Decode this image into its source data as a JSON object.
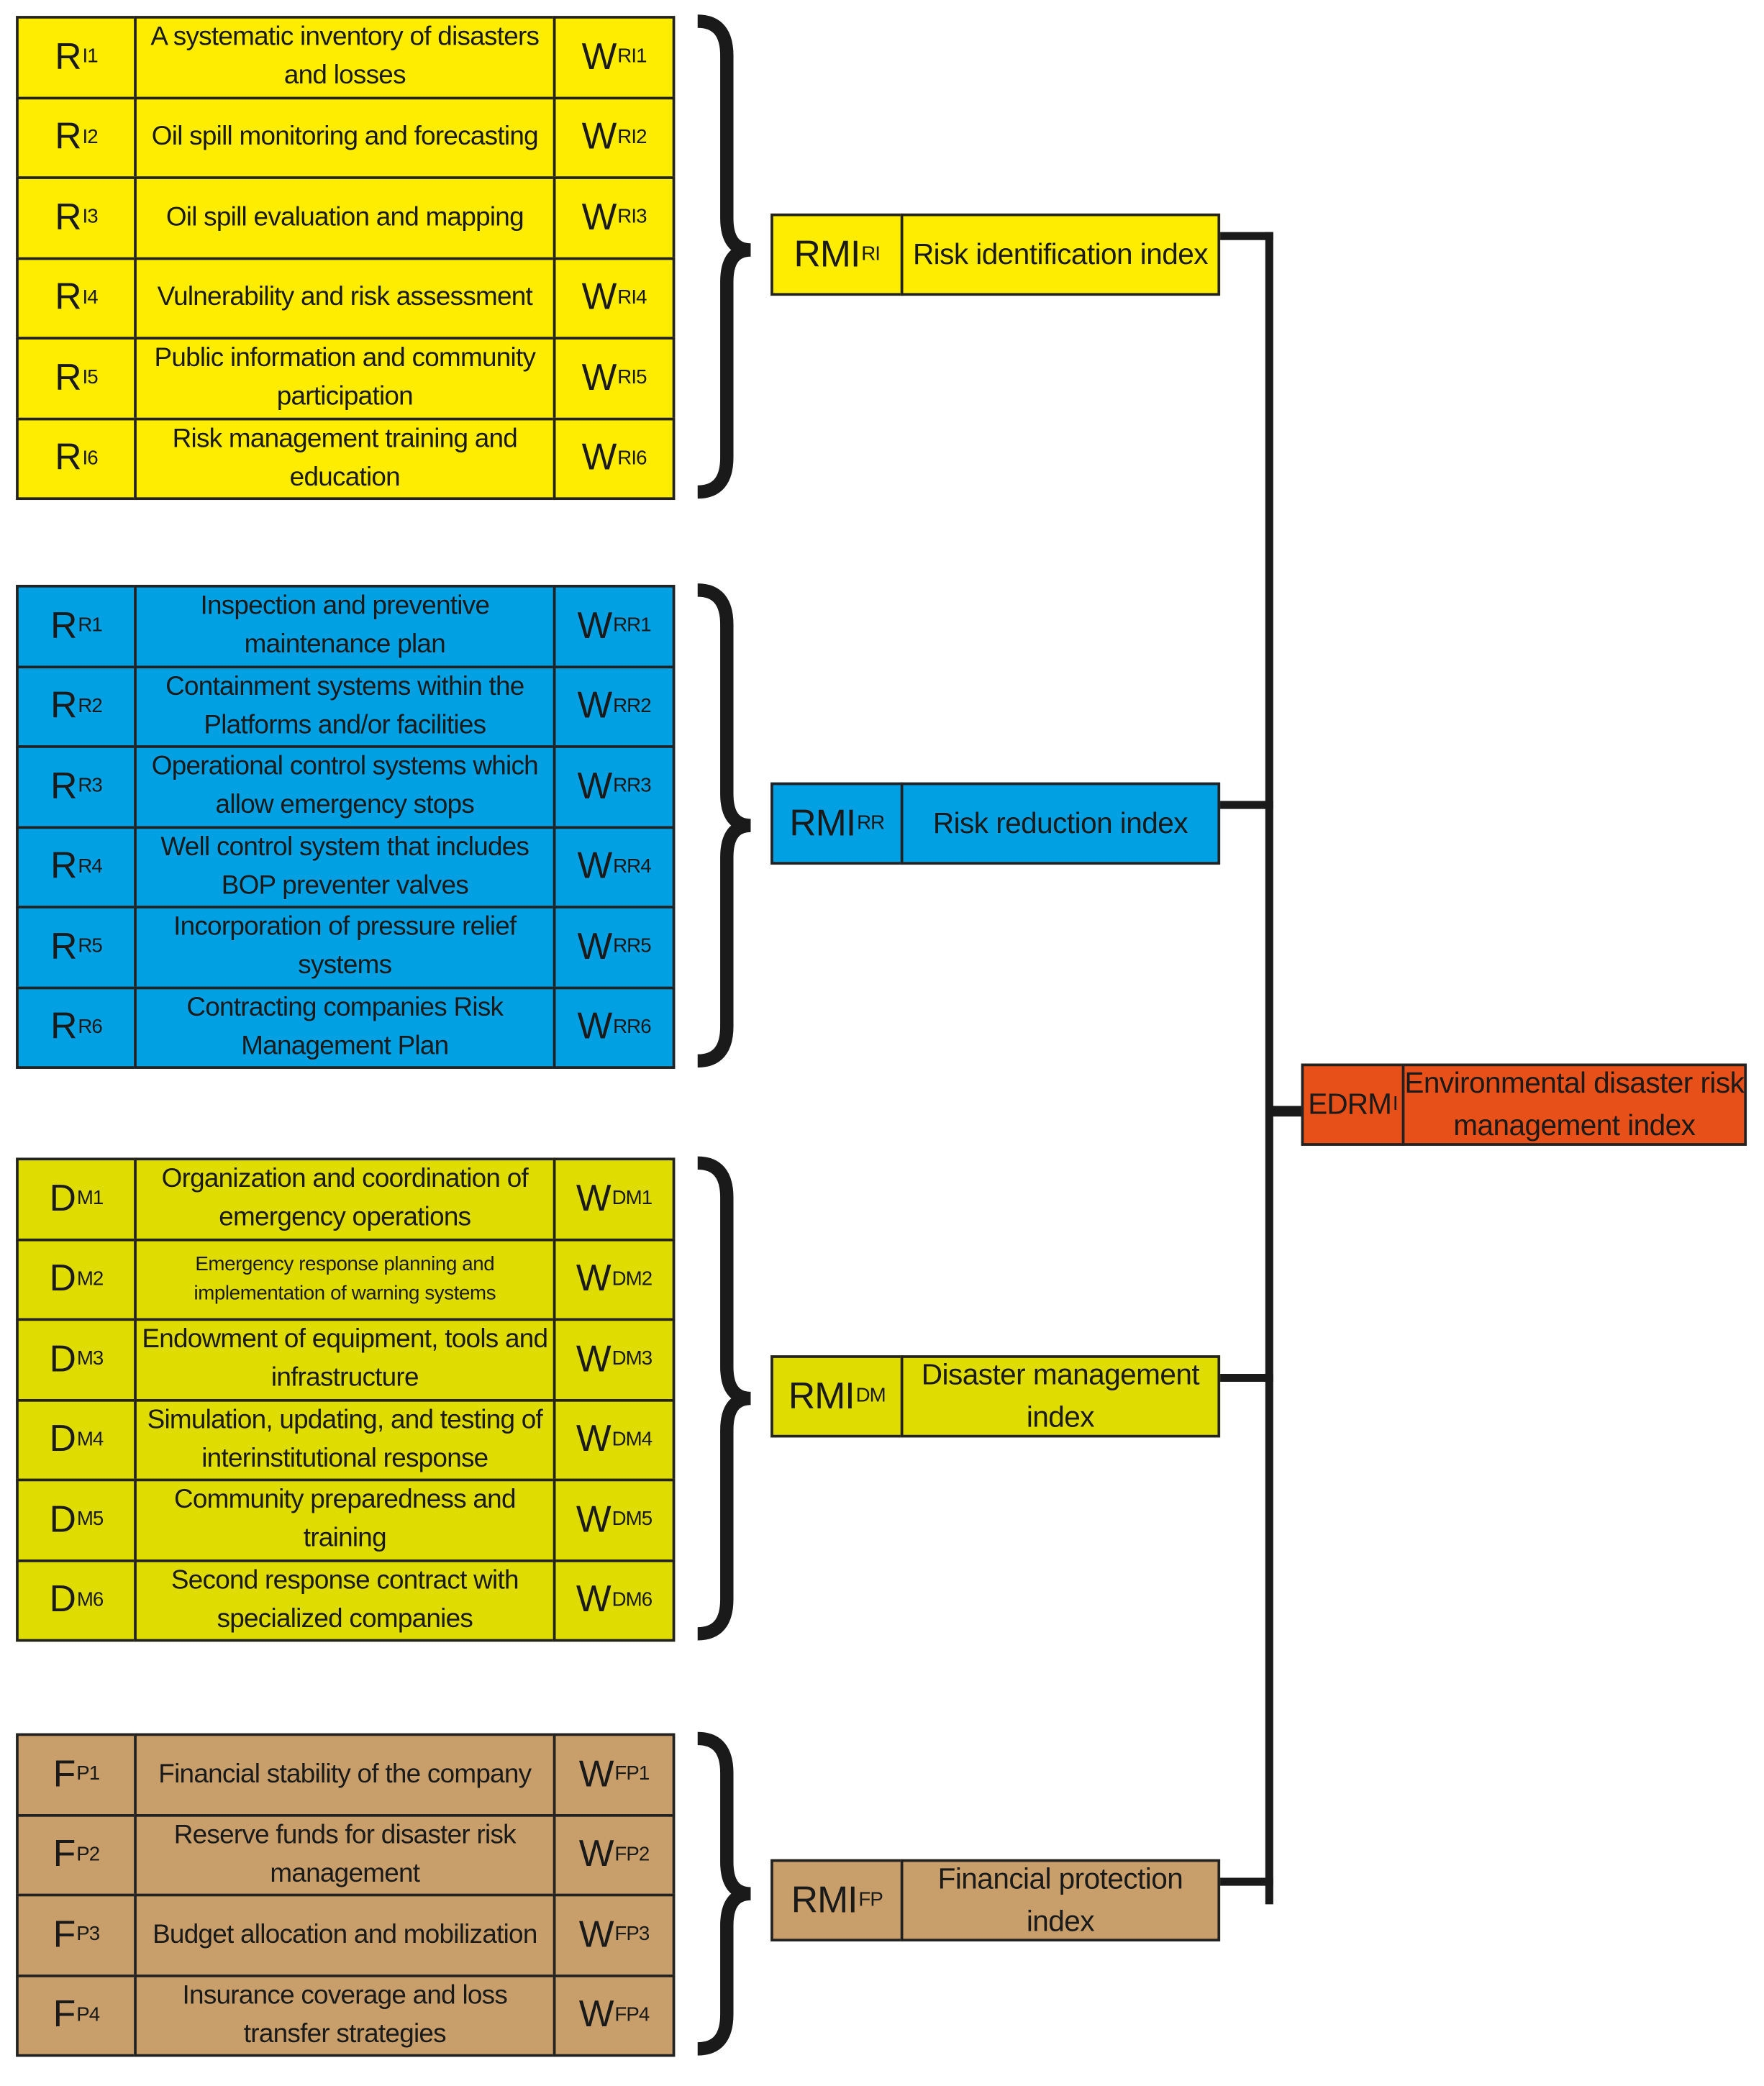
{
  "colors": {
    "risk_identification": "#FFED00",
    "risk_reduction": "#00A0E3",
    "disaster_management": "#DEDC00",
    "financial_protection": "#C89F6A",
    "edrm": "#E8501A",
    "lines": "#1a1a1a"
  },
  "groups": [
    {
      "key": "risk_identification",
      "index": {
        "symbol": "RMI",
        "sub": "RI",
        "label": "Risk identification index"
      },
      "rows": [
        {
          "symbol": "R",
          "sub": "I1",
          "label": "A systematic inventory of disasters and losses",
          "weight": "W",
          "weight_sub": "RI1"
        },
        {
          "symbol": "R",
          "sub": "I2",
          "label": "Oil spill monitoring and forecasting",
          "weight": "W",
          "weight_sub": "RI2"
        },
        {
          "symbol": "R",
          "sub": "I3",
          "label": "Oil spill evaluation and mapping",
          "weight": "W",
          "weight_sub": "RI3"
        },
        {
          "symbol": "R",
          "sub": "I4",
          "label": "Vulnerability and risk assessment",
          "weight": "W",
          "weight_sub": "RI4"
        },
        {
          "symbol": "R",
          "sub": "I5",
          "label": "Public information and community participation",
          "weight": "W",
          "weight_sub": "RI5"
        },
        {
          "symbol": "R",
          "sub": "I6",
          "label": "Risk management training and education",
          "weight": "W",
          "weight_sub": "RI6"
        }
      ]
    },
    {
      "key": "risk_reduction",
      "index": {
        "symbol": "RMI",
        "sub": "RR",
        "label": "Risk reduction index"
      },
      "rows": [
        {
          "symbol": "R",
          "sub": "R1",
          "label": "Inspection and preventive maintenance plan",
          "weight": "W",
          "weight_sub": "RR1"
        },
        {
          "symbol": "R",
          "sub": "R2",
          "label": "Containment systems within the Platforms and/or facilities",
          "weight": "W",
          "weight_sub": "RR2"
        },
        {
          "symbol": "R",
          "sub": "R3",
          "label": "Operational control systems which allow emergency stops",
          "weight": "W",
          "weight_sub": "RR3"
        },
        {
          "symbol": "R",
          "sub": "R4",
          "label": "Well control system that includes BOP preventer valves",
          "weight": "W",
          "weight_sub": "RR4"
        },
        {
          "symbol": "R",
          "sub": "R5",
          "label": "Incorporation of pressure relief systems",
          "weight": "W",
          "weight_sub": "RR5"
        },
        {
          "symbol": "R",
          "sub": "R6",
          "label": "Contracting companies Risk Management Plan",
          "weight": "W",
          "weight_sub": "RR6"
        }
      ]
    },
    {
      "key": "disaster_management",
      "index": {
        "symbol": "RMI",
        "sub": "DM",
        "label": "Disaster management index"
      },
      "rows": [
        {
          "symbol": "D",
          "sub": "M1",
          "label": "Organization and coordination of emergency operations",
          "weight": "W",
          "weight_sub": "DM1"
        },
        {
          "symbol": "D",
          "sub": "M2",
          "label": "Emergency response planning and implementation of warning systems",
          "weight": "W",
          "weight_sub": "DM2",
          "small": true
        },
        {
          "symbol": "D",
          "sub": "M3",
          "label": "Endowment of equipment, tools and infrastructure",
          "weight": "W",
          "weight_sub": "DM3"
        },
        {
          "symbol": "D",
          "sub": "M4",
          "label": "Simulation, updating, and testing of interinstitutional response",
          "weight": "W",
          "weight_sub": "DM4"
        },
        {
          "symbol": "D",
          "sub": "M5",
          "label": "Community preparedness and training",
          "weight": "W",
          "weight_sub": "DM5"
        },
        {
          "symbol": "D",
          "sub": "M6",
          "label": "Second response contract with specialized companies",
          "weight": "W",
          "weight_sub": "DM6"
        }
      ]
    },
    {
      "key": "financial_protection",
      "index": {
        "symbol": "RMI",
        "sub": "FP",
        "label": "Financial protection index"
      },
      "rows": [
        {
          "symbol": "F",
          "sub": "P1",
          "label": "Financial stability of the company",
          "weight": "W",
          "weight_sub": "FP1"
        },
        {
          "symbol": "F",
          "sub": "P2",
          "label": "Reserve funds for disaster risk management",
          "weight": "W",
          "weight_sub": "FP2"
        },
        {
          "symbol": "F",
          "sub": "P3",
          "label": "Budget allocation and mobilization",
          "weight": "W",
          "weight_sub": "FP3"
        },
        {
          "symbol": "F",
          "sub": "P4",
          "label": "Insurance coverage and loss transfer strategies",
          "weight": "W",
          "weight_sub": "FP4"
        }
      ]
    }
  ],
  "edrm": {
    "symbol": "EDRM",
    "sub": "I",
    "label": "Environmental disaster risk management index"
  }
}
